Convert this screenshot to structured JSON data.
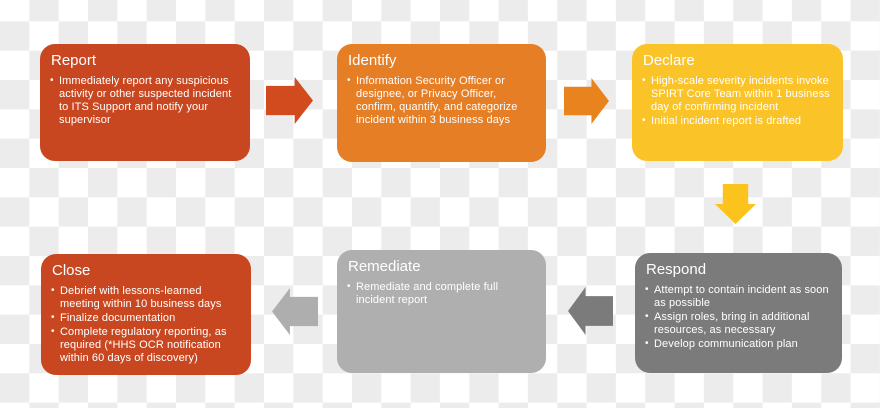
{
  "palette": {
    "checker_light": "#ffffff",
    "checker_dark": "#ececec",
    "text": "#ffffff"
  },
  "boxes": {
    "report": {
      "title": "Report",
      "color": "#c94720",
      "bullets": [
        "Immediately report any suspicious activity or other suspected incident to ITS Support and notify your supervisor"
      ]
    },
    "identify": {
      "title": "Identify",
      "color": "#e57e25",
      "bullets": [
        "Information Security Officer or designee, or Privacy Officer, confirm, quantify, and categorize incident within 3 business days"
      ]
    },
    "declare": {
      "title": "Declare",
      "color": "#fac328",
      "bullets": [
        "High-scale severity incidents invoke SPIRT Core Team within 1 business day of confirming incident",
        "Initial incident report is drafted"
      ]
    },
    "respond": {
      "title": "Respond",
      "color": "#7b7b7b",
      "bullets": [
        "Attempt to contain incident as soon as possible",
        "Assign roles, bring in additional resources, as necessary",
        "Develop communication plan"
      ]
    },
    "remediate": {
      "title": "Remediate",
      "color": "#afafaf",
      "bullets": [
        "Remediate and complete full incident report"
      ]
    },
    "close": {
      "title": "Close",
      "color": "#c94720",
      "bullets": [
        "Debrief with lessons-learned meeting within 10 business days",
        "Finalize documentation",
        "Complete regulatory reporting, as required (*HHS OCR notification within 60 days of discovery)"
      ]
    }
  },
  "arrows": {
    "report_to_identify": {
      "direction": "right",
      "color": "#d14b1e"
    },
    "identify_to_declare": {
      "direction": "right",
      "color": "#e8831d"
    },
    "declare_to_respond": {
      "direction": "down",
      "color": "#fcc31d"
    },
    "respond_to_remediate": {
      "direction": "left",
      "color": "#7b7b7b"
    },
    "remediate_to_close": {
      "direction": "left",
      "color": "#aeaeae"
    }
  }
}
